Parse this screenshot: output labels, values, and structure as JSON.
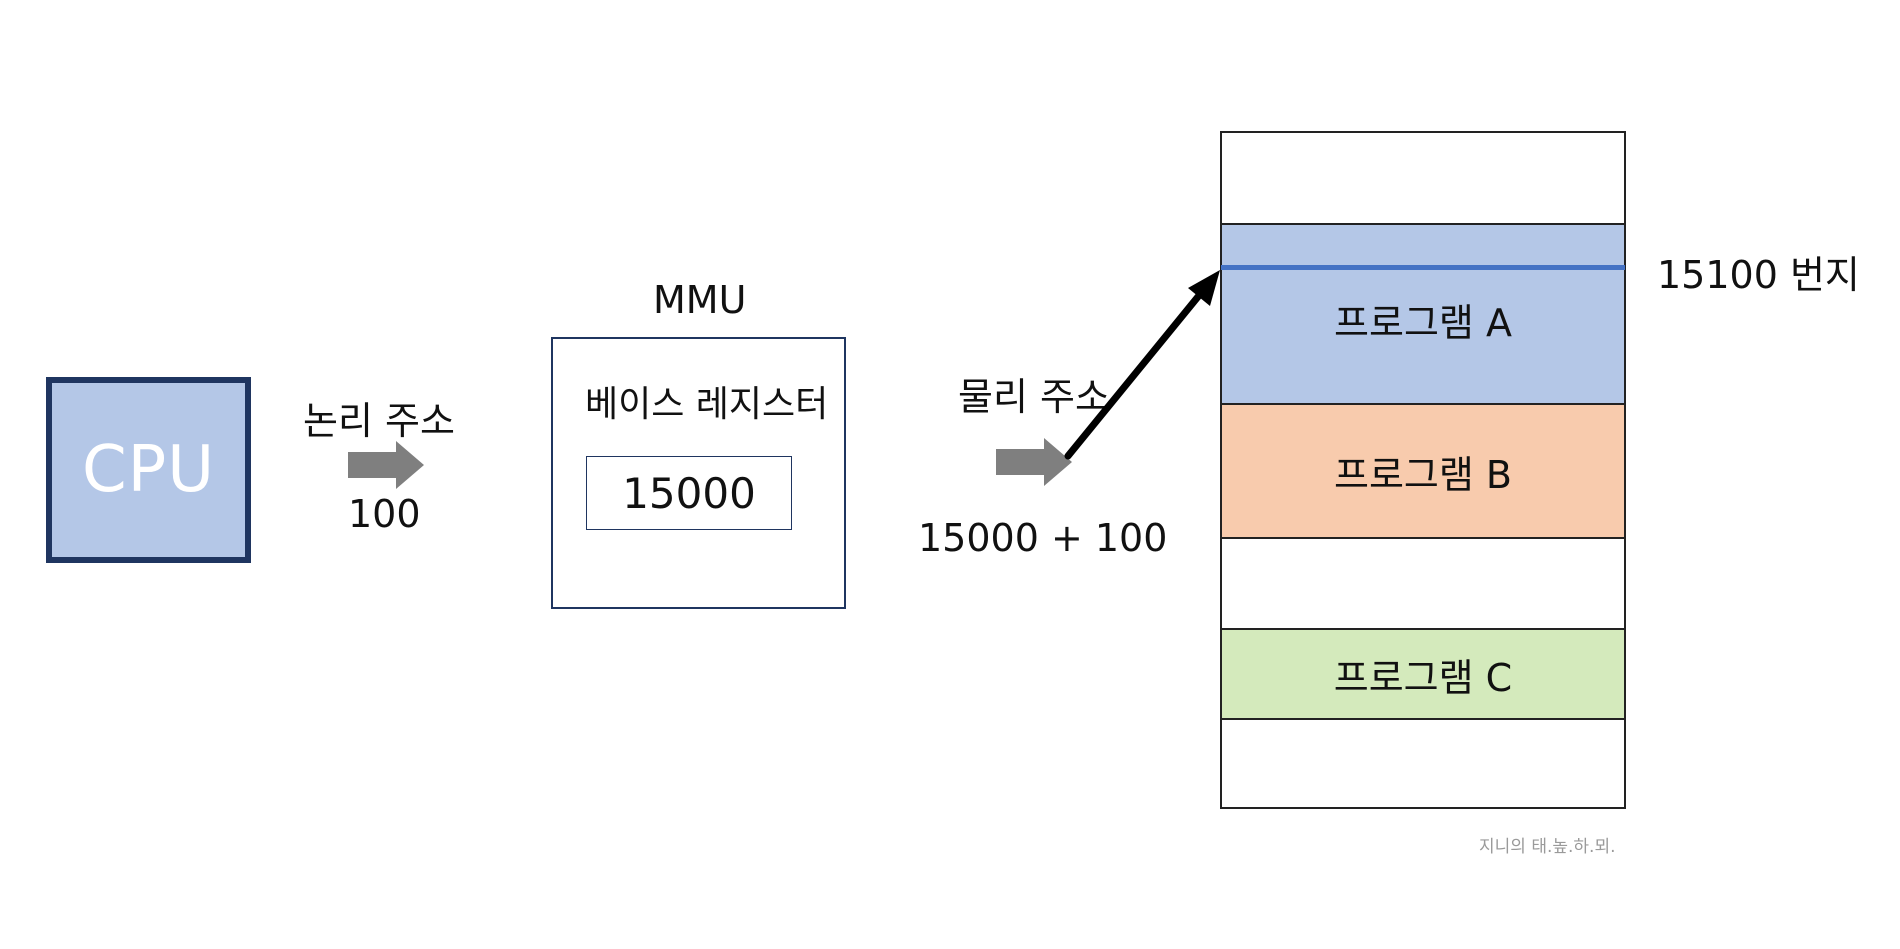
{
  "cpu": {
    "label": "CPU"
  },
  "logical_address": {
    "title": "논리 주소",
    "value": "100"
  },
  "mmu": {
    "title": "MMU",
    "register_label": "베이스 레지스터",
    "register_value": "15000"
  },
  "physical_address": {
    "title": "물리 주소",
    "expression": "15000 + 100"
  },
  "memory": {
    "segments": [
      {
        "label": "",
        "color": "#ffffff"
      },
      {
        "label": "프로그램 A",
        "color": "#b4c7e7"
      },
      {
        "label": "프로그램 B",
        "color": "#f8cbad"
      },
      {
        "label": "",
        "color": "#ffffff"
      },
      {
        "label": "프로그램 C",
        "color": "#d4eabc"
      },
      {
        "label": "",
        "color": "#ffffff"
      }
    ],
    "marker_label": "15100 번지",
    "marker_color": "#4472c4"
  },
  "watermark": "지니의 태.높.하.뫼."
}
